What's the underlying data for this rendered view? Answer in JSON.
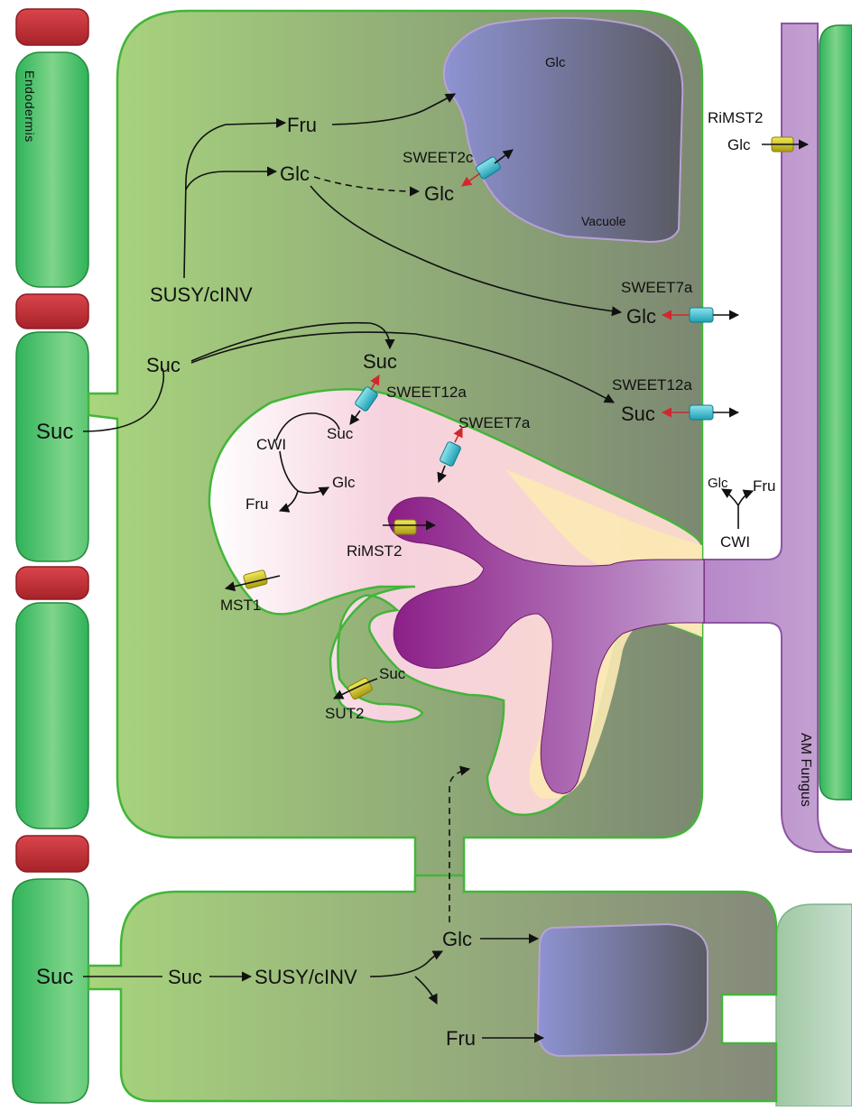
{
  "colors": {
    "cell_green_light": "#a9d67e",
    "cell_green_dark": "#7f8a74",
    "cell_outline": "#43b53a",
    "vacuole_blue": "#8b8fd0",
    "vacuole_dark": "#5f5f6a",
    "vacuole_outline": "#b9a1d6",
    "fungus_purple": "#b48ac8",
    "fungus_dark": "#7a1f7e",
    "arbuscule_purple": "#941e8f",
    "periarbuscular_pink": "#f6d3df",
    "interface_yellow": "#fbe9b4",
    "caspary_red": "#c8333a",
    "transporter_cyan": "#36b6c6",
    "transporter_yellow": "#d8cc1a",
    "arrow_red": "#d0282e",
    "arrow_black": "#111111"
  },
  "labels": {
    "endodermis": "Endodermis",
    "vacuole": "Vacuole",
    "am_fungus": "AM Fungus",
    "fungus_riMST2": "RiMST2",
    "fungus_glc": "Glc",
    "upper_fru": "Fru",
    "upper_glc": "Glc",
    "vacuole_glc": "Glc",
    "sweet2c": "SWEET2c",
    "vacuole_import_glc": "Glc",
    "susy_cinv_upper": "SUSY/cINV",
    "sweet7a_upper": "SWEET7a",
    "sweet7a_glc": "Glc",
    "suc_cytosol": "Suc",
    "suc_symplast_left": "Suc",
    "suc_peri": "Suc",
    "sweet12a_peri": "SWEET12a",
    "sweet12a_right": "SWEET12a",
    "suc_right": "Suc",
    "cwi_peri": "CWI",
    "suc_inside_pas": "Suc",
    "glc_inside_pas": "Glc",
    "fru_inside_pas": "Fru",
    "sweet7a_peri": "SWEET7a",
    "riMST2_arbuscule": "RiMST2",
    "mst1": "MST1",
    "suc_sut2": "Suc",
    "sut2": "SUT2",
    "cwi_fungus_glc": "Glc",
    "cwi_fungus_fru": "Fru",
    "cwi_fungus": "CWI",
    "bottom_suc_left": "Suc",
    "bottom_suc_mid": "Suc",
    "bottom_susy": "SUSY/cINV",
    "bottom_glc": "Glc",
    "bottom_fru": "Fru"
  }
}
